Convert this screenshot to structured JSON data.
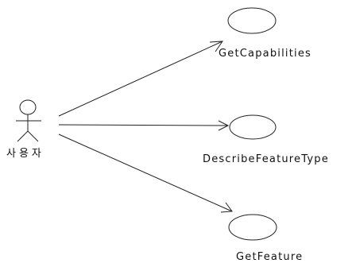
{
  "actor": {
    "label": "사용자"
  },
  "use_cases": [
    {
      "label": "GetCapabilities"
    },
    {
      "label": "DescribeFeatureType"
    },
    {
      "label": "GetFeature"
    }
  ],
  "colors": {
    "stroke": "#222222",
    "background": "#ffffff"
  }
}
